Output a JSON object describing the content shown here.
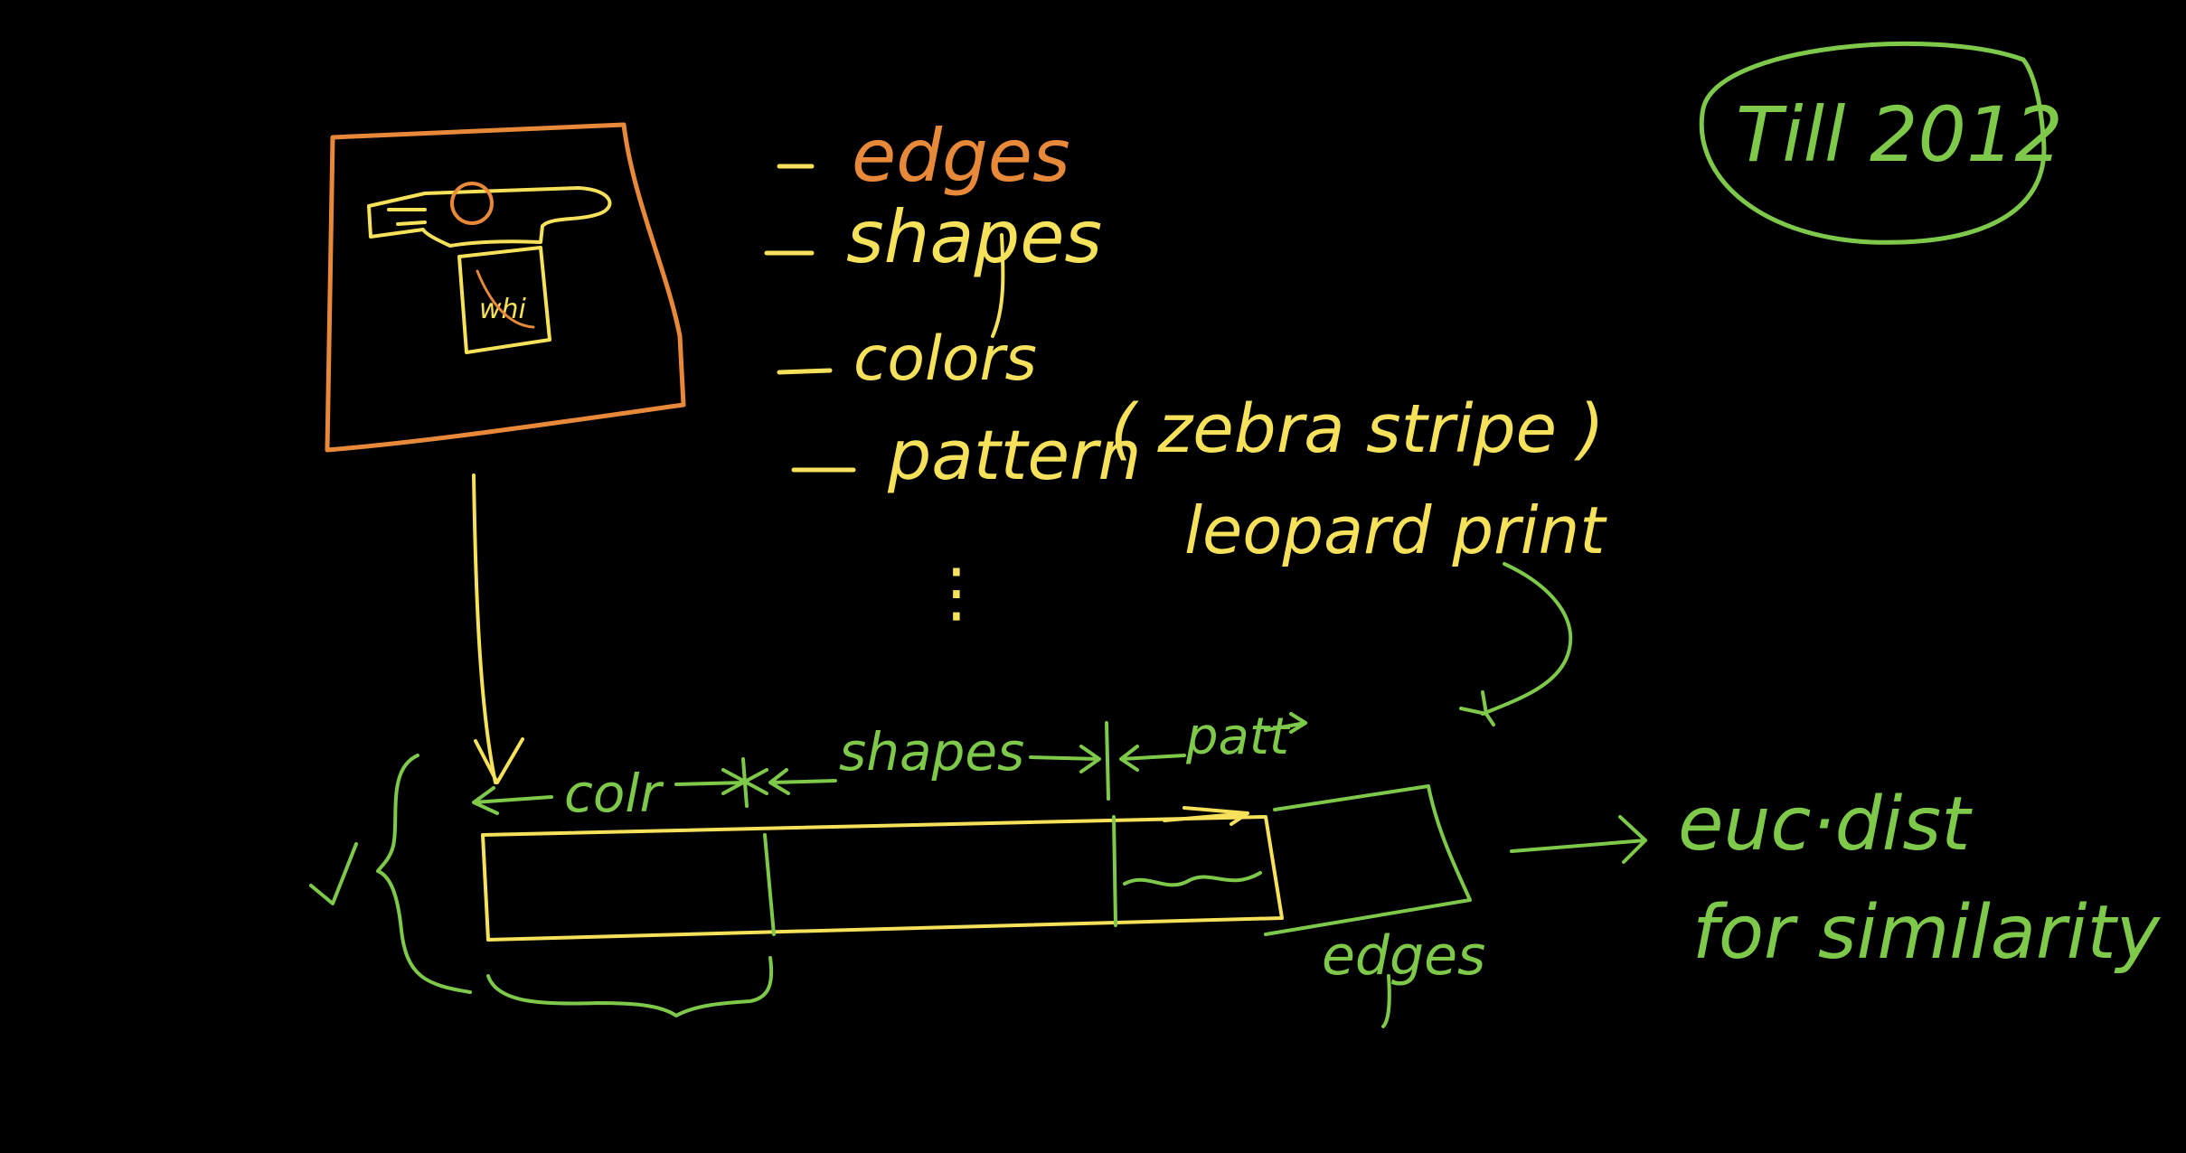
{
  "colors": {
    "background": "#000000",
    "orange": "#e8893a",
    "yellow": "#f5e15a",
    "green": "#7ec94a"
  },
  "features": {
    "item1": "edges",
    "item2": "shapes",
    "item3": "colors",
    "item4": "pattern",
    "item4_example1": "( zebra stripe )",
    "item4_example2": "leopard print",
    "continuation": "⋮"
  },
  "badge": {
    "text": "Till 2012"
  },
  "vector": {
    "segment_colour": "colr",
    "segment_shapes": "shapes",
    "segment_pattern": "patt",
    "segment_edges": "edges"
  },
  "output": {
    "line1": "euc·dist",
    "line2": "for similarity"
  },
  "image_sketch": {
    "label": "whi"
  }
}
